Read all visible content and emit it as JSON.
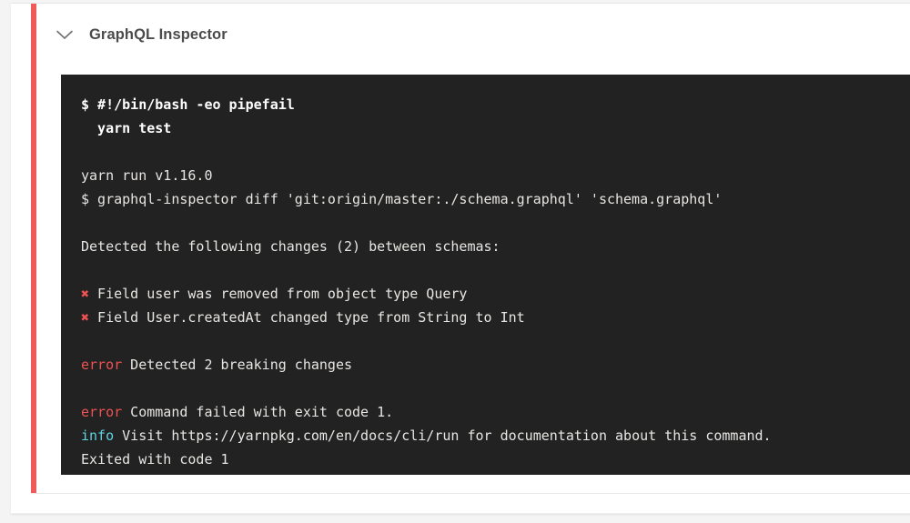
{
  "step": {
    "title": "GraphQL Inspector",
    "toggle_icon": "chevron-down-icon",
    "status": "failed",
    "status_color": "#ef5b5b"
  },
  "colors": {
    "console_bg": "#222222",
    "console_fg": "#e8e6e3",
    "error": "#ee5253",
    "info": "#5fd3e0",
    "rail": "#ef5b5b",
    "card_bg": "#ffffff",
    "page_bg": "#f4f4f4"
  },
  "console": {
    "lines": [
      {
        "id": "cmd-shebang",
        "kind": "command-bold",
        "text": "$ #!/bin/bash -eo pipefail"
      },
      {
        "id": "cmd-yarn-test",
        "kind": "command-bold",
        "text": "  yarn test"
      },
      {
        "id": "gap-1",
        "kind": "blank",
        "text": ""
      },
      {
        "id": "yarn-version",
        "kind": "plain",
        "text": "yarn run v1.16.0"
      },
      {
        "id": "cmd-inspector-diff",
        "kind": "plain",
        "text": "$ graphql-inspector diff 'git:origin/master:./schema.graphql' 'schema.graphql'"
      },
      {
        "id": "gap-2",
        "kind": "blank",
        "text": ""
      },
      {
        "id": "detected-changes",
        "kind": "plain",
        "text": "Detected the following changes (2) between schemas:"
      },
      {
        "id": "gap-3",
        "kind": "blank",
        "text": ""
      },
      {
        "id": "change-1",
        "kind": "error-bullet",
        "marker": "✖",
        "text": "Field user was removed from object type Query"
      },
      {
        "id": "change-2",
        "kind": "error-bullet",
        "marker": "✖",
        "text": "Field User.createdAt changed type from String to Int"
      },
      {
        "id": "gap-4",
        "kind": "blank",
        "text": ""
      },
      {
        "id": "error-breaking",
        "kind": "tagged",
        "tag": "error",
        "tag_style": "err",
        "text": " Detected 2 breaking changes"
      },
      {
        "id": "gap-5",
        "kind": "blank",
        "text": ""
      },
      {
        "id": "error-exit",
        "kind": "tagged",
        "tag": "error",
        "tag_style": "err",
        "text": " Command failed with exit code 1."
      },
      {
        "id": "info-docs",
        "kind": "tagged",
        "tag": "info",
        "tag_style": "info",
        "text": " Visit https://yarnpkg.com/en/docs/cli/run for documentation about this command."
      },
      {
        "id": "exited",
        "kind": "plain",
        "text": "Exited with code 1"
      }
    ]
  }
}
